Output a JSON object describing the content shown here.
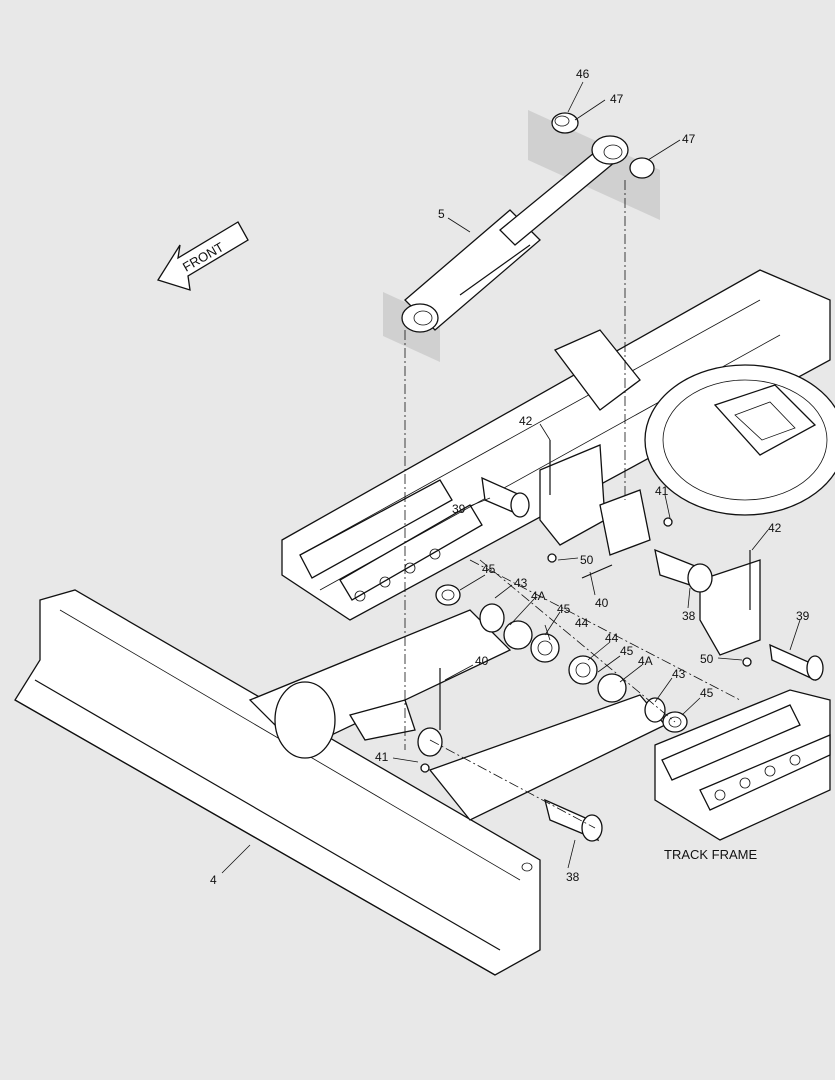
{
  "diagram": {
    "front_label": "FRONT",
    "track_frame_label": "TRACK FRAME",
    "callouts": [
      "46",
      "47",
      "47",
      "5",
      "42",
      "41",
      "42",
      "39",
      "50",
      "40",
      "38",
      "39",
      "50",
      "45",
      "43",
      "4A",
      "45",
      "44",
      "44",
      "45",
      "4A",
      "43",
      "45",
      "40",
      "41",
      "38",
      "4"
    ]
  }
}
